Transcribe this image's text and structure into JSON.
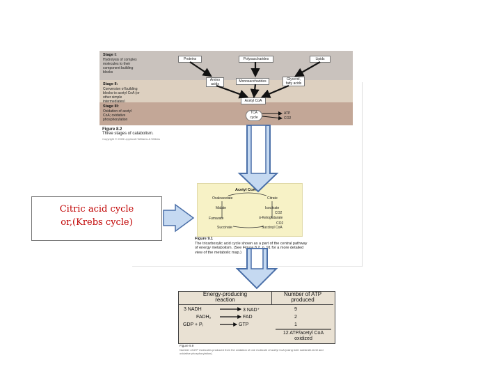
{
  "callout": {
    "line1": "Citric acid cycle",
    "line2": "or,(Krebs cycle)"
  },
  "figure_catabolism": {
    "stage1_title": "Stage I:",
    "stage1_desc": "Hydrolysis of complex molecules to their component building blocks",
    "stage2_title": "Stage II:",
    "stage2_desc": "Conversion of building blocks to acetyl CoA (or other simple intermediates)",
    "stage3_title": "Stage III:",
    "stage3_desc": "Oxidation of acetyl CoA; oxidative phosphorylation",
    "proteins": "Proteins",
    "polysaccharides": "Polysaccharides",
    "lipids": "Lipids",
    "amino_acids": "Amino acids",
    "monosaccharides": "Monosaccharides",
    "glycerol": "Glycerol, fatty acids",
    "acetyl_coa": "Acetyl CoA",
    "tca": "TCA cycle",
    "atp": "ATP",
    "co2": "CO2",
    "caption_title": "Figure 8.2",
    "caption_text": "Three stages of catabolism.",
    "copyright": "Copyright © 2005 Lippincott Williams & Wilkins"
  },
  "figure_cycle": {
    "acetyl_coa": "Acetyl CoA",
    "oxaloacetate": "Oxaloacetate",
    "citrate": "Citrate",
    "malate": "Malate",
    "isocitrate": "Isocitrate",
    "co2_1": "CO2",
    "fumarate": "Fumarate",
    "akg": "α-Ketoglutarate",
    "co2_2": "CO2",
    "succinate": "Succinate",
    "succinyl_coa": "Succinyl CoA",
    "caption_title": "Figure 9.1",
    "caption_text": "The tricarboxylic acid cycle shown as a part of the central pathway of energy metabolism. (See Figure 8.2, p. 91 for a more detailed view of the metabolic map.)"
  },
  "atp_table": {
    "header_reaction": "Energy-producing reaction",
    "header_atp": "Number of ATP produced",
    "rows": [
      {
        "left": "3 NADH",
        "right": "3 NAD⁺",
        "value": "9"
      },
      {
        "left": "FADH₂",
        "right": "FAD",
        "value": "2"
      },
      {
        "left": "GDP + Pᵢ",
        "right": "GTP",
        "value": "1"
      }
    ],
    "total": "12 ATP/acetyl CoA oxidized",
    "figure_label": "Figure 9.9",
    "caption_text": "Number of ATP molecules produced from the oxidation of one molecule of acetyl CoA (using both substrate-level and oxidative phosphorylation)."
  },
  "colors": {
    "callout_text": "#c00000",
    "arrow_fill": "#c5d9f1",
    "arrow_stroke": "#4a6fa8",
    "stage1_bg": "#c9c2bd",
    "stage2_bg": "#ddd0c0",
    "stage3_bg": "#c3a797",
    "cycle_bg": "#f7f2c6",
    "table_bg": "#e9e1d3"
  }
}
